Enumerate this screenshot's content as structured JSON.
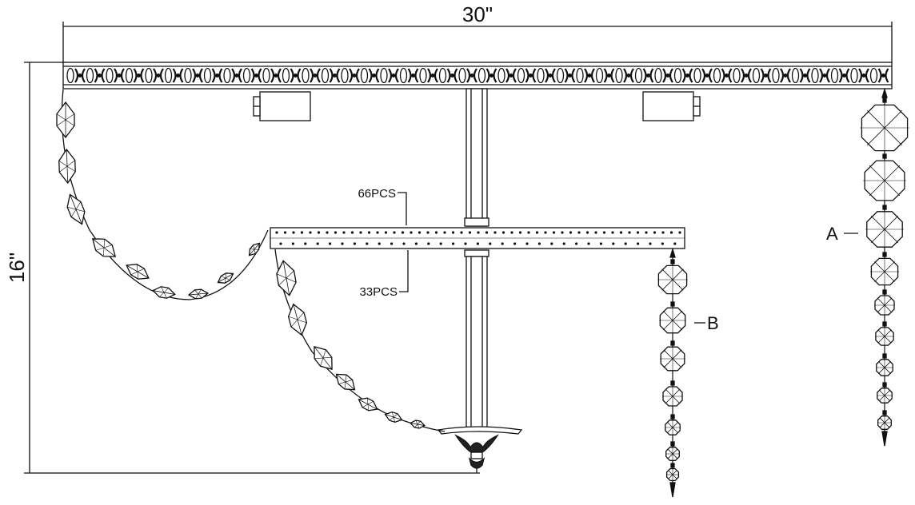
{
  "dimensions": {
    "width_label": "30\"",
    "height_label": "16\""
  },
  "callouts": {
    "top_count": "66PCS",
    "bottom_count": "33PCS",
    "tag_a": "A",
    "tag_b": "B"
  },
  "colors": {
    "line": "#111111",
    "background": "#ffffff"
  }
}
